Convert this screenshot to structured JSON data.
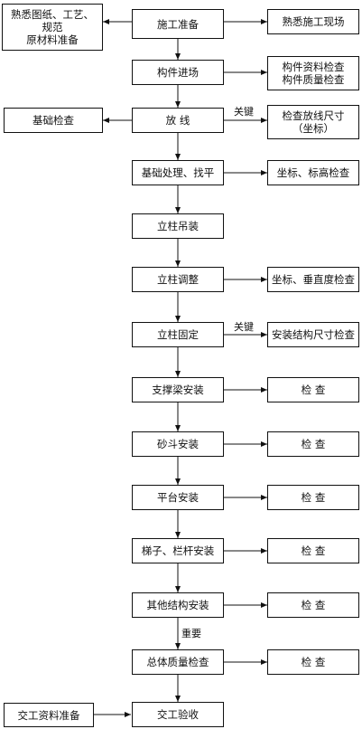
{
  "flow": {
    "prep": "施工准备",
    "prep_left": "熟悉图纸、工艺、\n规范\n原材料准备",
    "prep_right": "熟悉施工现场",
    "components_in": "构件进场",
    "components_check": "构件资料检查\n构件质量检查",
    "foundation_check": "基础检查",
    "layout": "放    线",
    "layout_check": "检查放线尺寸\n（坐标）",
    "foundation_treat": "基础处理、找平",
    "coord_elev_check": "坐标、标高检查",
    "column_lift": "立柱吊装",
    "column_adjust": "立柱调整",
    "coord_vert_check": "坐标、垂直度检查",
    "column_fix": "立柱固定",
    "struct_dim_check": "安装结构尺寸检查",
    "beam_install": "支撑梁安装",
    "check1": "检    查",
    "hopper_install": "砂斗安装",
    "check2": "检    查",
    "platform_install": "平台安装",
    "check3": "检    查",
    "ladder_install": "梯子、栏杆安装",
    "check4": "检    查",
    "other_install": "其他结构安装",
    "check5": "检    查",
    "overall_check": "总体质量检查",
    "check6": "检    查",
    "handover_docs": "交工资料准备",
    "handover_accept": "交工验收"
  },
  "labels": {
    "key1": "关键",
    "key2": "关键",
    "important": "重要"
  }
}
